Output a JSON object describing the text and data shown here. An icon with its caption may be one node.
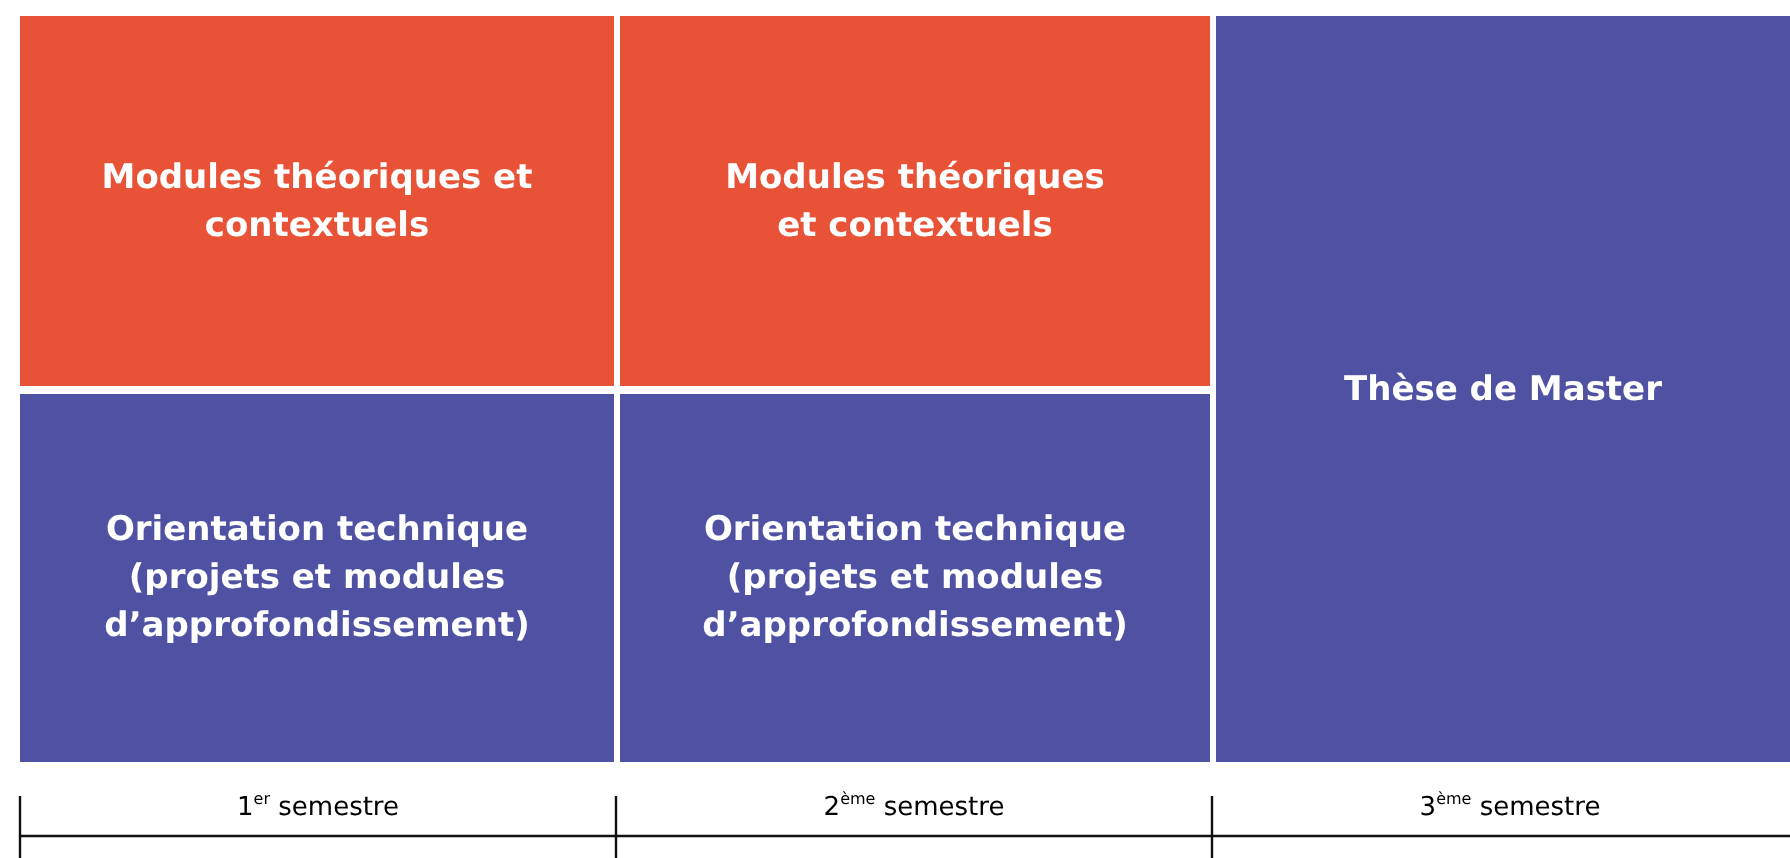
{
  "diagram": {
    "nodes": [
      {
        "text": [
          "Modules théoriques et contextuels"
        ]
      },
      {
        "text": [
          "Modules théoriques et contextuels"
        ]
      },
      {
        "text": [
          "Thèse de Master"
        ]
      },
      {
        "text": [
          "Orientation technique (projets et modules d’approfondissement)"
        ]
      },
      {
        "text": [
          "Orientation technique (projets et modules d’approfondissement)"
        ]
      }
    ],
    "labels": [
      "1$^{er}$ semestre",
      "2$^{ème}$ semestre",
      "3$^{ème}$ semestre"
    ]
  }
}
